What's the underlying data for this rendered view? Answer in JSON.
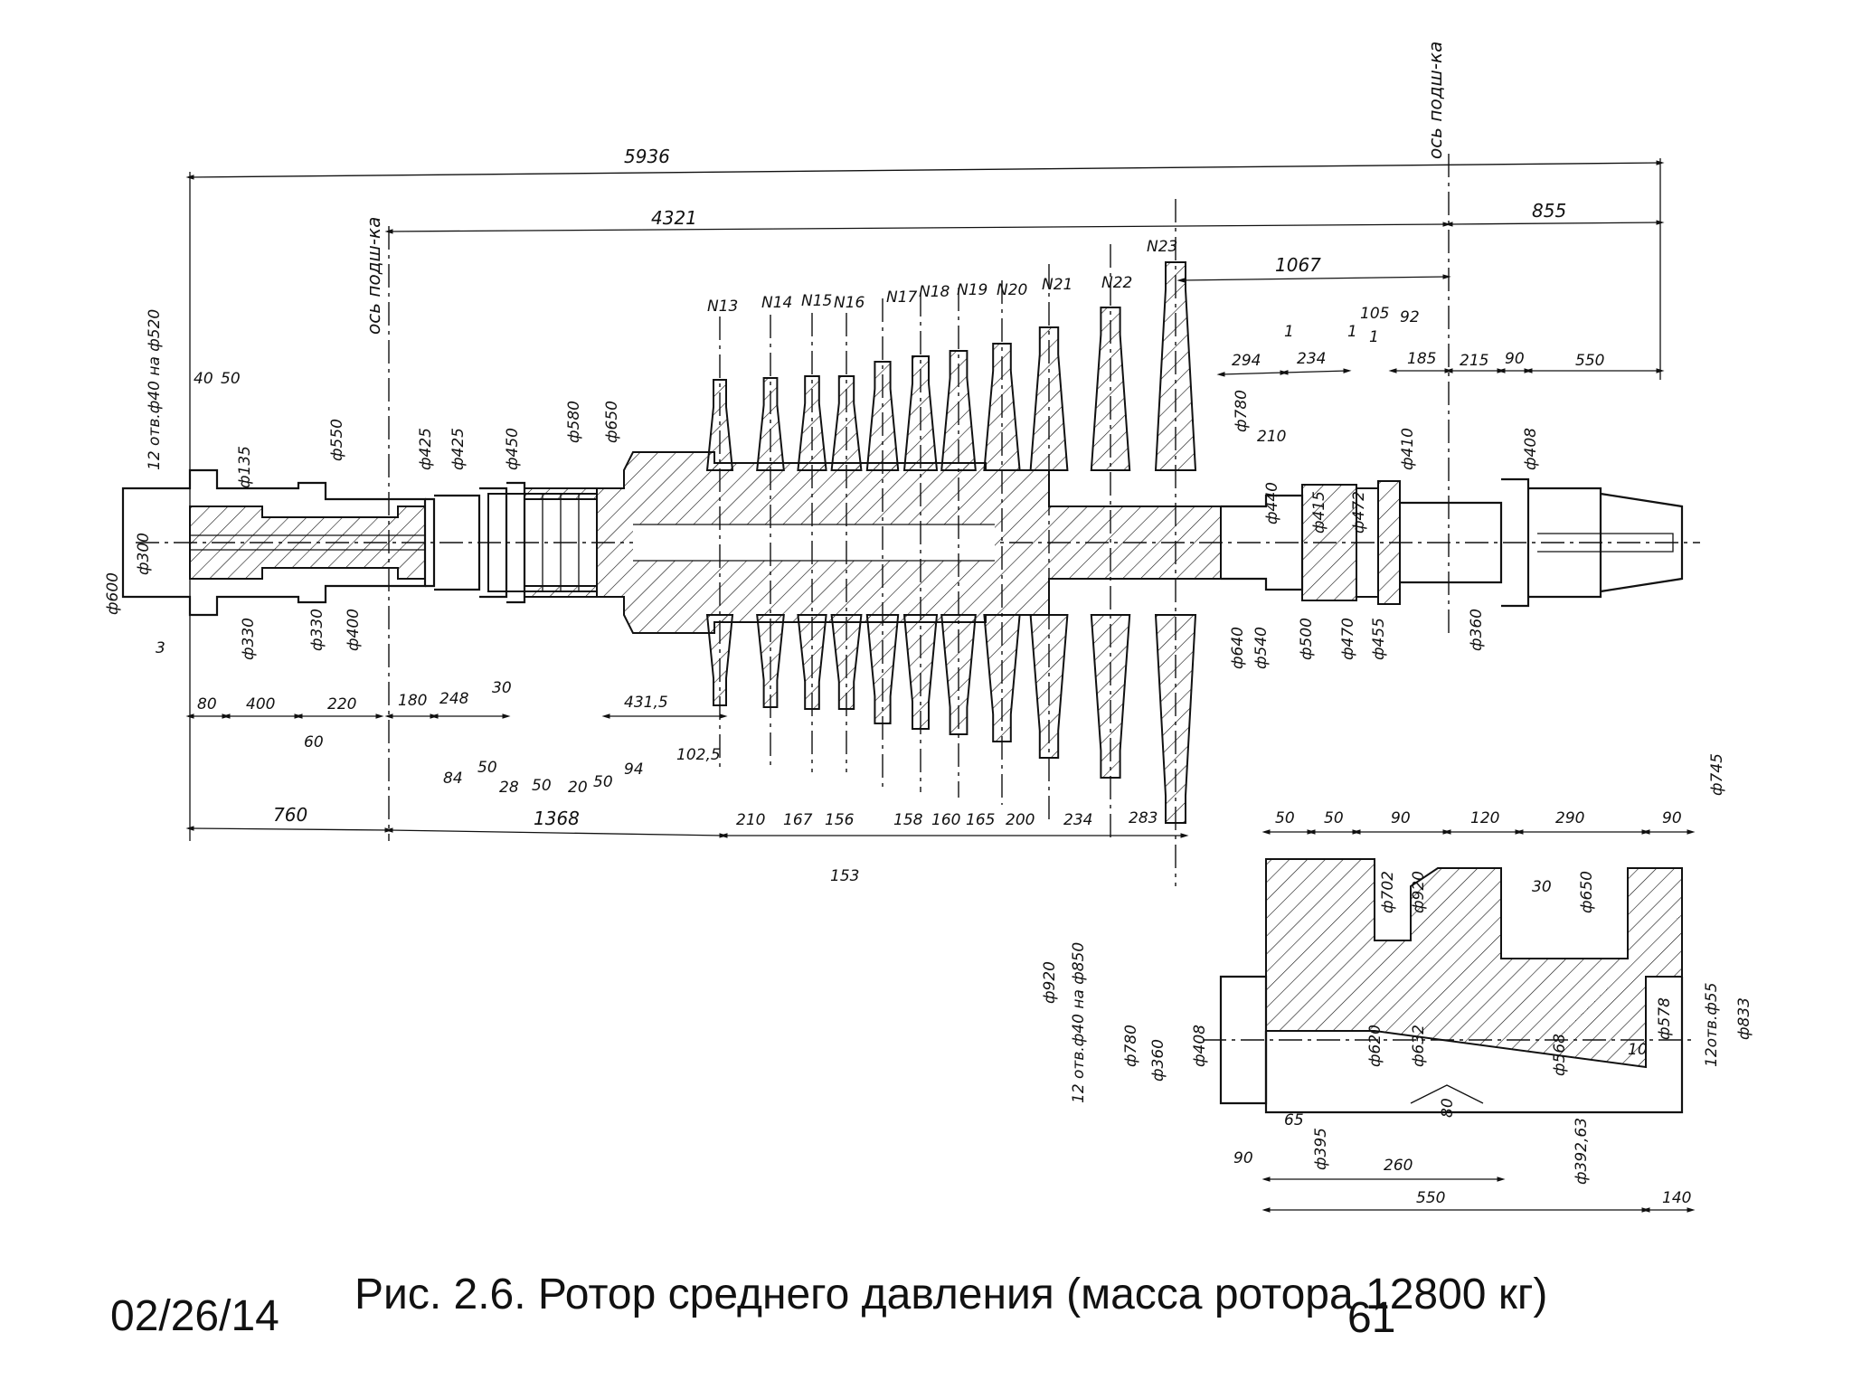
{
  "figure": {
    "caption": "Рис. 2.6. Ротор среднего давления (масса ротора 12800 кг)",
    "date": "02/26/14",
    "page_number": "61"
  },
  "labels": {
    "bearing_axis": "ось подш-ка",
    "holes_left": "12 отв.ф40 на ф520",
    "holes_detail": "12 отв.ф40 на ф850",
    "holes_detail_right": "12отв.ф55"
  },
  "overall_dims": [
    "5936",
    "4321",
    "855",
    "1067"
  ],
  "stages": [
    "N13",
    "N14",
    "N15",
    "N16",
    "N17",
    "N18",
    "N19",
    "N20",
    "N21",
    "N22",
    "N23"
  ],
  "top_right_dims": [
    "294",
    "234",
    "1",
    "1",
    "105",
    "1",
    "92",
    "185",
    "215",
    "90",
    "550",
    "210"
  ],
  "diameters_top": [
    "ф135",
    "ф550",
    "ф425",
    "ф425",
    "ф450",
    "ф580",
    "ф650",
    "ф780",
    "ф410",
    "ф408",
    "ф440",
    "ф415",
    "ф472"
  ],
  "diameters_left": [
    "ф600",
    "ф300",
    "ф330",
    "ф330",
    "ф400"
  ],
  "diameters_bottom": [
    "ф640",
    "ф540",
    "ф500",
    "ф470",
    "ф455",
    "ф360"
  ],
  "small_dims_left": [
    "40",
    "50",
    "3"
  ],
  "bottom_dims_row1": [
    "80",
    "400",
    "220",
    "180",
    "248",
    "30",
    "431,5",
    "60",
    "84",
    "50",
    "28",
    "50",
    "20",
    "50",
    "94",
    "102,5"
  ],
  "bottom_dims_row2": [
    "760",
    "1368",
    "210",
    "167",
    "156",
    "158",
    "160",
    "165",
    "200",
    "234",
    "283",
    "153"
  ],
  "detail": {
    "top_dims": [
      "50",
      "50",
      "90",
      "120",
      "290",
      "90"
    ],
    "diameters": [
      "ф745",
      "ф702",
      "ф920",
      "ф650",
      "ф920",
      "ф780",
      "ф360",
      "ф408",
      "ф620",
      "ф632",
      "ф568",
      "ф578",
      "ф833",
      "ф395",
      "ф392,63"
    ],
    "misc": [
      "30",
      "10",
      "80",
      "65",
      "90",
      "260",
      "550",
      "140"
    ]
  }
}
